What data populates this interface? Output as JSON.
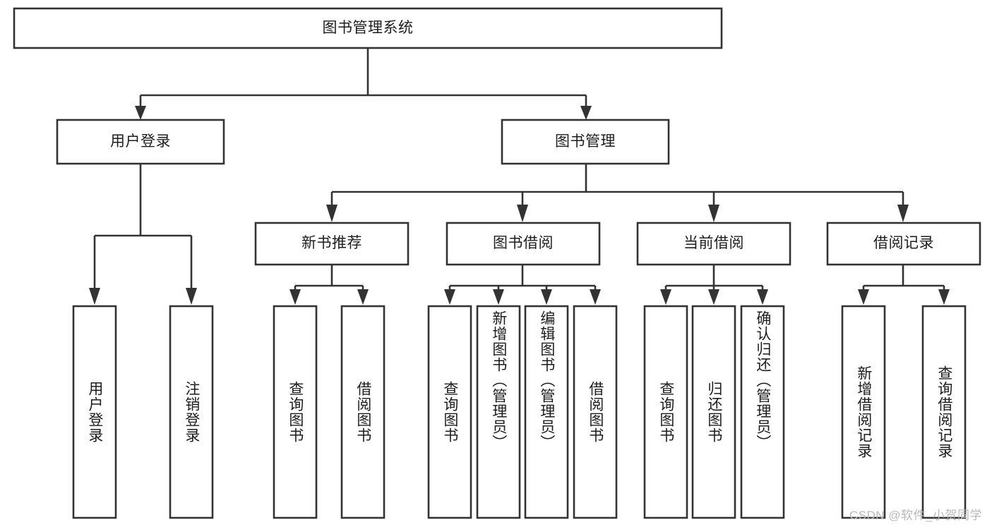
{
  "diagram": {
    "type": "tree-hierarchy",
    "title": "图书管理系统",
    "watermark": "CSDN @软件_小贺同学",
    "colors": {
      "box_stroke": "#333333",
      "box_fill": "#ffffff",
      "line": "#333333",
      "text": "#1d1d1d",
      "watermark": "#b9b9b9",
      "background": "#ffffff"
    },
    "levels": {
      "root": {
        "label": "图书管理系统",
        "orientation": "horizontal"
      },
      "level2": [
        {
          "id": "user-login",
          "label": "用户登录",
          "orientation": "horizontal"
        },
        {
          "id": "book-management",
          "label": "图书管理",
          "orientation": "horizontal"
        }
      ],
      "level3": [
        {
          "id": "new-book-recommend",
          "label": "新书推荐",
          "orientation": "horizontal",
          "parent": "book-management"
        },
        {
          "id": "book-borrow",
          "label": "图书借阅",
          "orientation": "horizontal",
          "parent": "book-management"
        },
        {
          "id": "current-borrow",
          "label": "当前借阅",
          "orientation": "horizontal",
          "parent": "book-management"
        },
        {
          "id": "borrow-record",
          "label": "借阅记录",
          "orientation": "horizontal",
          "parent": "book-management"
        }
      ],
      "leaves": [
        {
          "id": "leaf-user-login",
          "label": "用户登录",
          "parent": "user-login",
          "orientation": "vertical"
        },
        {
          "id": "leaf-logout-login",
          "label": "注销登录",
          "parent": "user-login",
          "orientation": "vertical"
        },
        {
          "id": "leaf-query-book-1",
          "label": "查询图书",
          "parent": "new-book-recommend",
          "orientation": "vertical"
        },
        {
          "id": "leaf-borrow-book-1",
          "label": "借阅图书",
          "parent": "new-book-recommend",
          "orientation": "vertical"
        },
        {
          "id": "leaf-query-book-2",
          "label": "查询图书",
          "parent": "book-borrow",
          "orientation": "vertical"
        },
        {
          "id": "leaf-add-book",
          "label": "新增图书（管理员）",
          "parent": "book-borrow",
          "orientation": "vertical"
        },
        {
          "id": "leaf-edit-book",
          "label": "编辑图书（管理员）",
          "parent": "book-borrow",
          "orientation": "vertical"
        },
        {
          "id": "leaf-borrow-book-2",
          "label": "借阅图书",
          "parent": "book-borrow",
          "orientation": "vertical"
        },
        {
          "id": "leaf-query-book-3",
          "label": "查询图书",
          "parent": "current-borrow",
          "orientation": "vertical"
        },
        {
          "id": "leaf-return-book",
          "label": "归还图书",
          "parent": "current-borrow",
          "orientation": "vertical"
        },
        {
          "id": "leaf-confirm-return",
          "label": "确认归还（管理员）",
          "parent": "current-borrow",
          "orientation": "vertical"
        },
        {
          "id": "leaf-add-record",
          "label": "新增借阅记录",
          "parent": "borrow-record",
          "orientation": "vertical"
        },
        {
          "id": "leaf-query-record",
          "label": "查询借阅记录",
          "parent": "borrow-record",
          "orientation": "vertical"
        }
      ]
    }
  }
}
